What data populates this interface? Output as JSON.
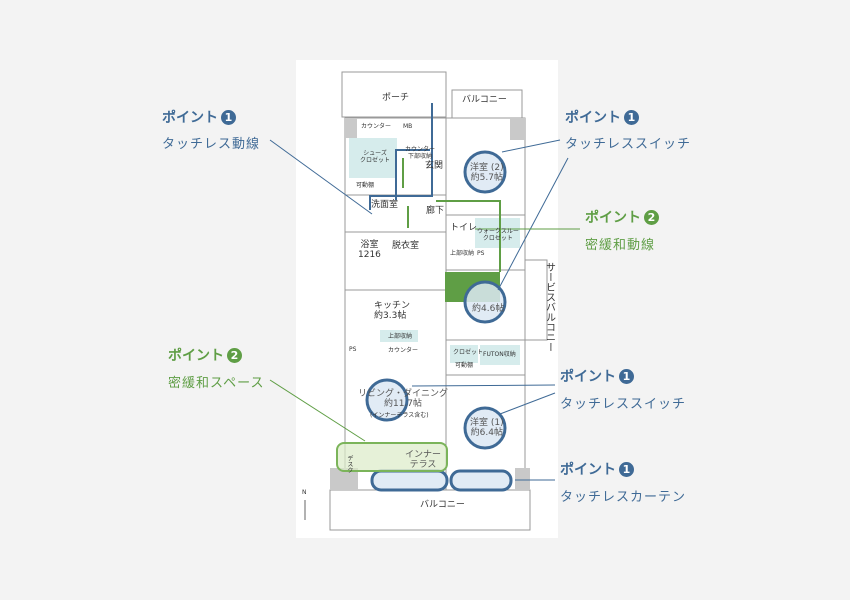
{
  "points": [
    {
      "label": "ポイント",
      "num": "1",
      "desc": "タッチレス動線"
    },
    {
      "label": "ポイント",
      "num": "1",
      "desc": "タッチレススイッチ"
    },
    {
      "label": "ポイント",
      "num": "2",
      "desc": "密緩和動線"
    },
    {
      "label": "ポイント",
      "num": "2",
      "desc": "密緩和スペース"
    },
    {
      "label": "ポイント",
      "num": "1",
      "desc": "タッチレススイッチ"
    },
    {
      "label": "ポイント",
      "num": "1",
      "desc": "タッチレスカーテン"
    }
  ],
  "rooms": {
    "porch": "ポーチ",
    "balcony_top": "バルコニー",
    "counter1": "カウンター",
    "mb": "MB",
    "shoes_closet": "シューズ\nクロゼット",
    "counter_storage": "カウンター\n下部収納",
    "entrance": "玄関",
    "shelf1": "可動棚",
    "washroom": "洗面室",
    "hallway": "廊下",
    "toilet": "トイレ",
    "walk_closet": "ウォークスルー\nクロゼット",
    "upper_storage1": "上部収納",
    "ps1": "PS",
    "bath": "浴室\n1216",
    "dressing": "脱衣室",
    "bedroom2": "洋室 (2)\n約5.7帖",
    "bedroom3": "約4.6帖",
    "service_balcony": "サービスバルコニー",
    "kitchen": "キッチン\n約3.3帖",
    "upper_storage2": "上部収納",
    "counter2": "カウンター",
    "ps2": "PS",
    "closet": "クロゼット",
    "futon": "FUTON収納",
    "shelf2": "可動棚",
    "living": "リビング・ダイニング\n約11.7帖",
    "living_note": "(インナーテラス含む)",
    "bedroom1": "洋室 (1)\n約6.4帖",
    "inner_terrace": "インナー\nテラス",
    "desk": "デスク",
    "balcony_bottom": "バルコニー",
    "north": "N"
  },
  "colors": {
    "blue": "#3f6a96",
    "green": "#5f9e45",
    "circle_fill": "#dce8f3",
    "closet_fill": "#d6ecec"
  }
}
